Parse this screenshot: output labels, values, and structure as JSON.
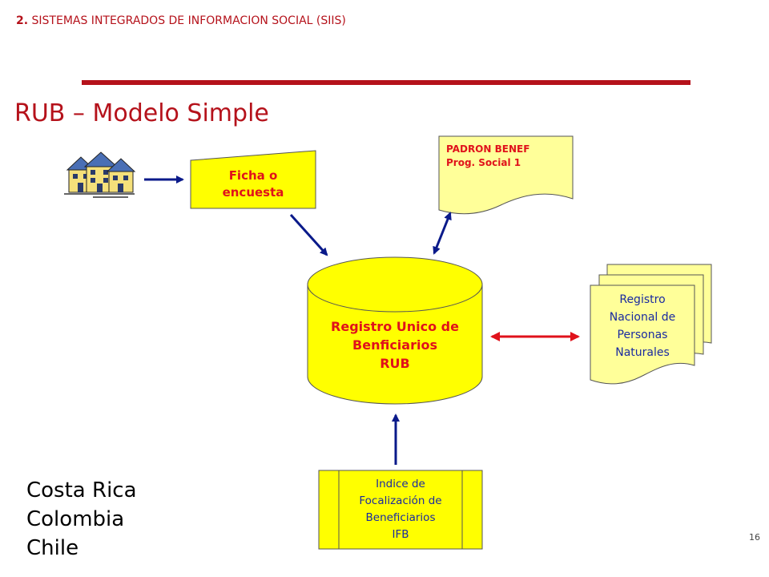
{
  "header": {
    "number": "2.",
    "text": "SISTEMAS INTEGRADOS DE INFORMACION SOCIAL (SIIS)"
  },
  "slide": {
    "title": "RUB – Modelo Simple",
    "page_number": "16"
  },
  "nodes": {
    "ficha": {
      "line1": "Ficha o",
      "line2": "encuesta"
    },
    "padron": {
      "line1": "PADRON BENEF",
      "line2": "Prog. Social 1"
    },
    "rub": {
      "line1": "Registro Unico de",
      "line2": "Benficiarios",
      "line3": "RUB"
    },
    "registro": {
      "line1": "Registro",
      "line2": "Nacional de",
      "line3": "Personas",
      "line4": "Naturales"
    },
    "ifb": {
      "line1": "Indice de",
      "line2": "Focalización de",
      "line3": "Beneficiarios",
      "line4": "IFB"
    }
  },
  "countries": [
    "Costa Rica",
    "Colombia",
    "Chile"
  ],
  "colors": {
    "accent_red": "#b5121b",
    "shape_fill": "#ffff00",
    "document_fill": "#ffff99",
    "arrow_blue": "#0a1a8a",
    "arrow_red": "#e0121b"
  },
  "icons": [
    "houses-icon"
  ]
}
